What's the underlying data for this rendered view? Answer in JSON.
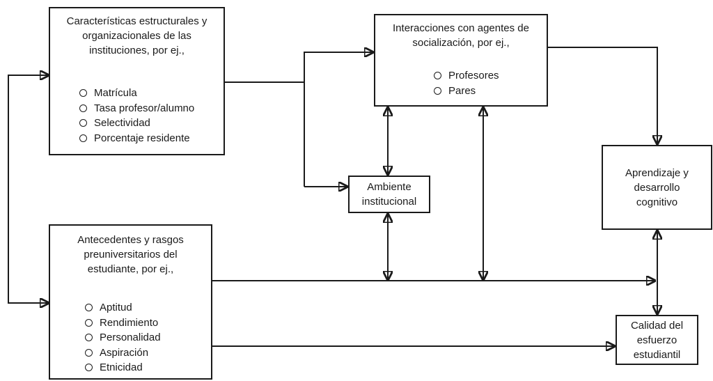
{
  "diagram": {
    "boxes": {
      "instituciones": {
        "title_lines": [
          "Características estructurales y",
          "organizacionales de las",
          "instituciones, por ej.,"
        ],
        "items": [
          "Matrícula",
          "Tasa profesor/alumno",
          "Selectividad",
          "Porcentaje residente"
        ]
      },
      "interacciones": {
        "title_lines": [
          "Interacciones con agentes de",
          "socialización, por ej.,"
        ],
        "items": [
          "Profesores",
          "Pares"
        ]
      },
      "ambiente": {
        "title_lines": [
          "Ambiente",
          "institucional"
        ]
      },
      "aprendizaje": {
        "title_lines": [
          "Aprendizaje y",
          "desarrollo",
          "cognitivo"
        ]
      },
      "antecedentes": {
        "title_lines": [
          "Antecedentes y rasgos",
          "preuniversitarios del",
          "estudiante, por ej.,"
        ],
        "items": [
          "Aptitud",
          "Rendimiento",
          "Personalidad",
          "Aspiración",
          "Etnicidad"
        ]
      },
      "calidad": {
        "title_lines": [
          "Calidad del",
          "esfuerzo",
          "estudiantil"
        ]
      }
    },
    "colors": {
      "line": "#1a1a1a",
      "box_border": "#1a1a1a",
      "background": "#ffffff",
      "text": "#1a1a1a"
    }
  }
}
